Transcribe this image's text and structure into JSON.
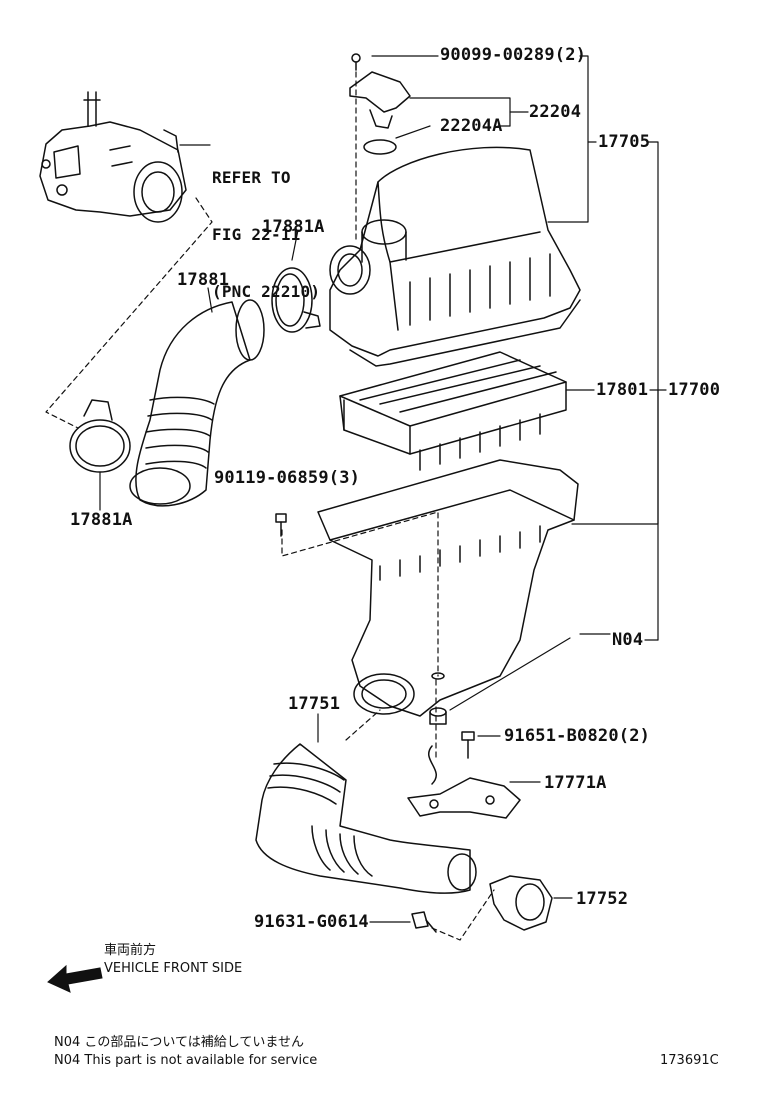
{
  "labels": {
    "p90099": "90099-00289(2)",
    "p22204": "22204",
    "p22204A": "22204A",
    "p17705": "17705",
    "refer1": "REFER TO",
    "refer2": "FIG 22-11",
    "refer3": "(PNC 22210)",
    "p17881A_top": "17881A",
    "p17881": "17881",
    "p17801": "17801",
    "p17700": "17700",
    "p90119": "90119-06859(3)",
    "p17881A_bottom": "17881A",
    "pN04": "N04",
    "p17751": "17751",
    "p91651": "91651-B0820(2)",
    "p17771A": "17771A",
    "p17752": "17752",
    "p91631": "91631-G0614"
  },
  "front": {
    "jp": "車両前方",
    "en": "VEHICLE FRONT SIDE"
  },
  "notes": {
    "jp": "N04  この部品については補給していません",
    "en": "N04  This part is not available for service"
  },
  "figure_id": "173691C"
}
